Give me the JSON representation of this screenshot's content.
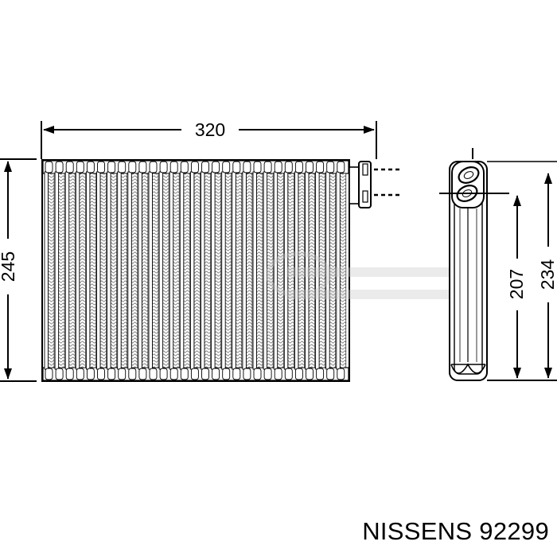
{
  "caption": "NISSENS 92299",
  "dimensions": {
    "width": "320",
    "height": "245",
    "side_inner": "207",
    "side_outer": "234"
  },
  "colors": {
    "line": "#000000",
    "background": "#ffffff",
    "fin_shade": "#8c8c8c",
    "watermark": "#c8c8c8"
  }
}
